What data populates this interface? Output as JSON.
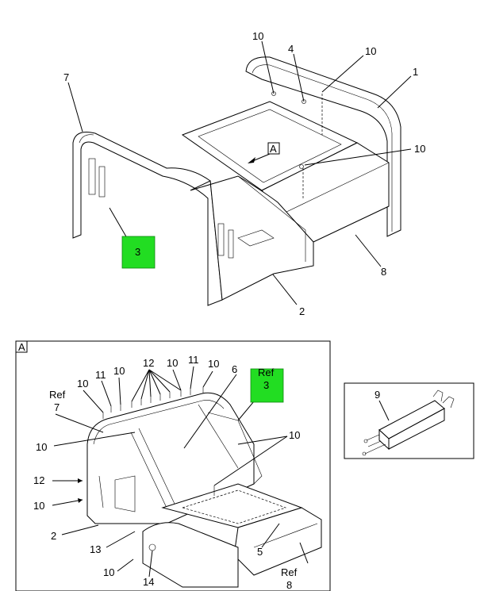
{
  "main_view": {
    "callouts": [
      "10",
      "4",
      "10",
      "1",
      "7",
      "A",
      "10",
      "3",
      "8",
      "2"
    ]
  },
  "detail_a": {
    "title": "A",
    "callouts": [
      "12",
      "11",
      "10",
      "10",
      "11",
      "10",
      "6",
      "Ref",
      "3",
      "10",
      "Ref",
      "7",
      "10",
      "10",
      "12",
      "10",
      "2",
      "13",
      "10",
      "14",
      "5",
      "Ref",
      "8"
    ]
  },
  "detail_9": {
    "callouts": [
      "9"
    ]
  }
}
